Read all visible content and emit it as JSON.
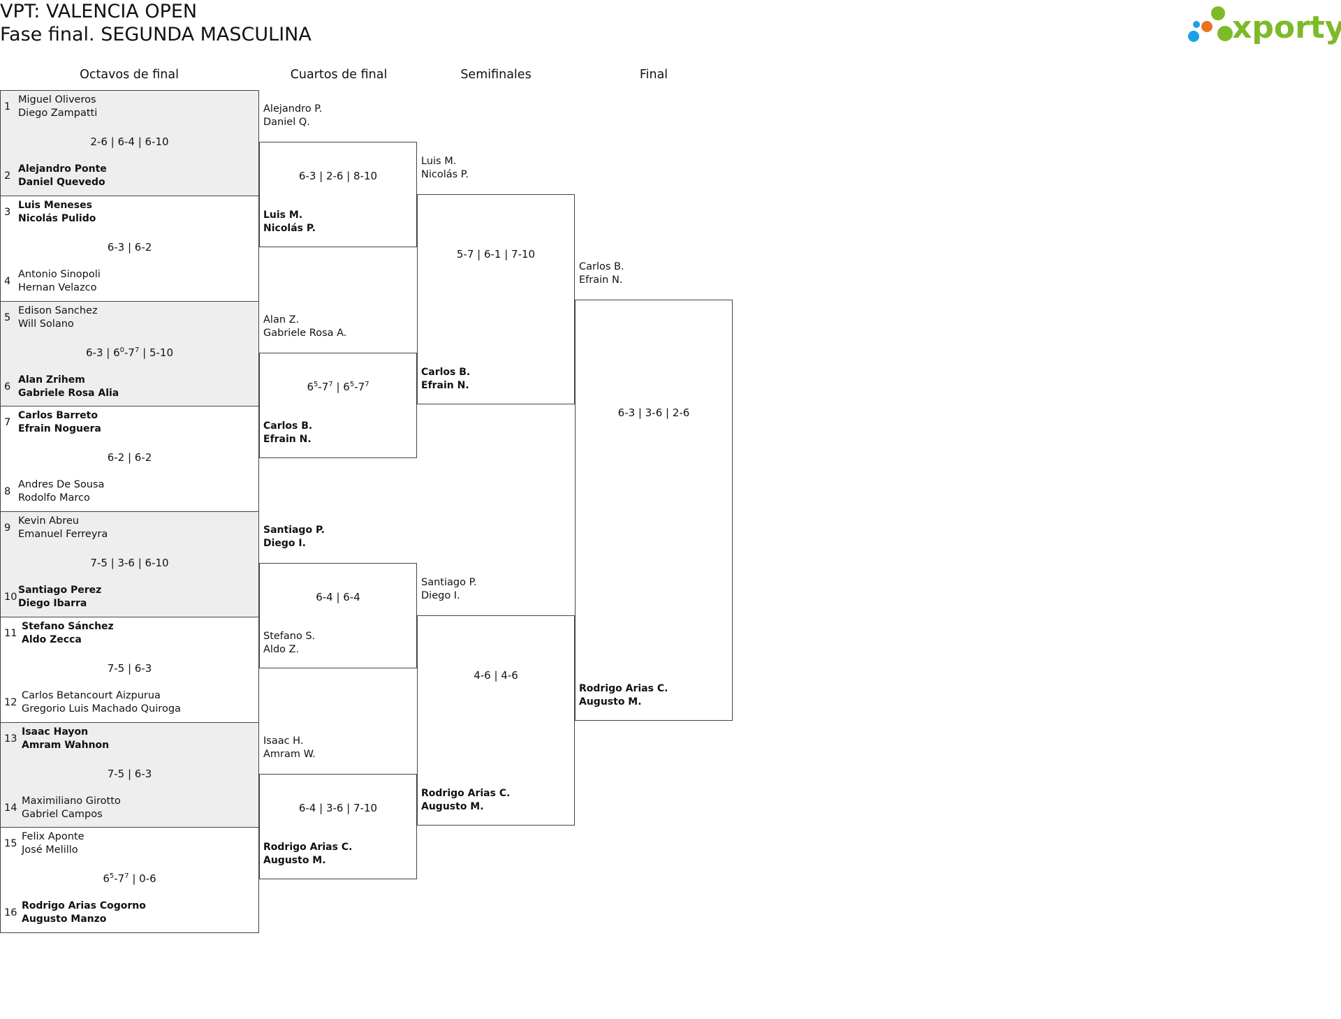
{
  "header": {
    "title": "VPT: VALENCIA OPEN",
    "subtitle": "Fase final. SEGUNDA MASCULINA",
    "brand": "xporty",
    "brand_colors": {
      "green": "#7dba28",
      "orange": "#e8741e",
      "blue": "#1ea0e6"
    }
  },
  "rounds": [
    "Octavos de final",
    "Cuartos de final",
    "Semifinales",
    "Final"
  ],
  "octavos": [
    {
      "top_seed": "1",
      "top_team": [
        "Miguel Oliveros",
        "Diego Zampatti"
      ],
      "score": "2-6 | 6-4 | 6-10",
      "bottom_seed": "2",
      "bottom_team": [
        "Alejandro Ponte",
        "Daniel Quevedo"
      ],
      "winner": "bottom"
    },
    {
      "top_seed": "3",
      "top_team": [
        "Luis Meneses",
        "Nicolás Pulido"
      ],
      "score": "6-3 | 6-2",
      "bottom_seed": "4",
      "bottom_team": [
        "Antonio Sinopoli",
        "Hernan Velazco"
      ],
      "winner": "top"
    },
    {
      "top_seed": "5",
      "top_team": [
        "Edison Sanchez",
        "Will Solano"
      ],
      "score_html": "6-3 | 6<sup>0</sup>-7<sup>7</sup> | 5-10",
      "score": "6-3 | 60-77 | 5-10",
      "bottom_seed": "6",
      "bottom_team": [
        "Alan Zrihem",
        "Gabriele Rosa Alia"
      ],
      "winner": "bottom"
    },
    {
      "top_seed": "7",
      "top_team": [
        "Carlos Barreto",
        "Efrain Noguera"
      ],
      "score": "6-2 | 6-2",
      "bottom_seed": "8",
      "bottom_team": [
        "Andres De Sousa",
        "Rodolfo Marco"
      ],
      "winner": "top"
    },
    {
      "top_seed": "9",
      "top_team": [
        "Kevin Abreu",
        "Emanuel Ferreyra"
      ],
      "score": "7-5 | 3-6 | 6-10",
      "bottom_seed": "10",
      "bottom_team": [
        "Santiago Perez",
        "Diego Ibarra"
      ],
      "winner": "bottom"
    },
    {
      "top_seed": "11",
      "top_team": [
        "Stefano Sánchez",
        "Aldo Zecca"
      ],
      "score": "7-5 | 6-3",
      "bottom_seed": "12",
      "bottom_team": [
        "Carlos Betancourt Aizpurua",
        "Gregorio Luis Machado Quiroga"
      ],
      "winner": "top"
    },
    {
      "top_seed": "13",
      "top_team": [
        "Isaac Hayon",
        "Amram Wahnon"
      ],
      "score": "7-5 | 6-3",
      "bottom_seed": "14",
      "bottom_team": [
        "Maximiliano Girotto",
        "Gabriel Campos"
      ],
      "winner": "top"
    },
    {
      "top_seed": "15",
      "top_team": [
        "Felix Aponte",
        "José Melillo"
      ],
      "score_html": "6<sup>5</sup>-7<sup>7</sup> | 0-6",
      "score": "65-77 | 0-6",
      "bottom_seed": "16",
      "bottom_team": [
        "Rodrigo Arias Cogorno",
        "Augusto Manzo"
      ],
      "winner": "bottom"
    }
  ],
  "cuartos": [
    {
      "top_team": [
        "Alejandro P.",
        "Daniel Q."
      ],
      "score": "6-3 | 2-6 | 8-10",
      "bottom_team": [
        "Luis M.",
        "Nicolás P."
      ],
      "winner": "bottom"
    },
    {
      "top_team": [
        "Alan Z.",
        "Gabriele Rosa A."
      ],
      "score_html": "6<sup>5</sup>-7<sup>7</sup> | 6<sup>5</sup>-7<sup>7</sup>",
      "score": "65-77 | 65-77",
      "bottom_team": [
        "Carlos B.",
        "Efrain N."
      ],
      "winner": "bottom"
    },
    {
      "top_team": [
        "Santiago P.",
        "Diego I."
      ],
      "score": "6-4 | 6-4",
      "bottom_team": [
        "Stefano S.",
        "Aldo Z."
      ],
      "winner": "top"
    },
    {
      "top_team": [
        "Isaac H.",
        "Amram W."
      ],
      "score": "6-4 | 3-6 | 7-10",
      "bottom_team": [
        "Rodrigo Arias C.",
        "Augusto M."
      ],
      "winner": "bottom"
    }
  ],
  "semis": [
    {
      "top_team": [
        "Luis M.",
        "Nicolás P."
      ],
      "score": "5-7 | 6-1 | 7-10",
      "bottom_team": [
        "Carlos B.",
        "Efrain N."
      ],
      "winner": "bottom"
    },
    {
      "top_team": [
        "Santiago P.",
        "Diego I."
      ],
      "score": "4-6 | 4-6",
      "bottom_team": [
        "Rodrigo Arias C.",
        "Augusto M."
      ],
      "winner": "bottom"
    }
  ],
  "final": {
    "top_team": [
      "Carlos B.",
      "Efrain N."
    ],
    "score": "6-3 | 3-6 | 2-6",
    "bottom_team": [
      "Rodrigo Arias C.",
      "Augusto M."
    ],
    "winner": "bottom"
  }
}
